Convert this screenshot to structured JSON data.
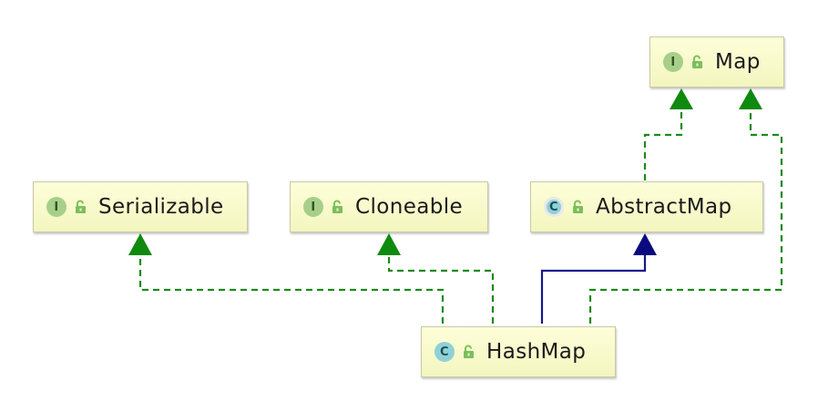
{
  "nodes": {
    "map": {
      "label": "Map",
      "kind": "interface",
      "kind_letter": "I"
    },
    "serializable": {
      "label": "Serializable",
      "kind": "interface",
      "kind_letter": "I"
    },
    "cloneable": {
      "label": "Cloneable",
      "kind": "interface",
      "kind_letter": "I"
    },
    "abstract_map": {
      "label": "AbstractMap",
      "kind": "abstract class",
      "kind_letter": "C"
    },
    "hash_map": {
      "label": "HashMap",
      "kind": "class",
      "kind_letter": "C"
    }
  },
  "edges": [
    {
      "from": "HashMap",
      "to": "Serializable",
      "relation": "implements"
    },
    {
      "from": "HashMap",
      "to": "Cloneable",
      "relation": "implements"
    },
    {
      "from": "HashMap",
      "to": "AbstractMap",
      "relation": "extends"
    },
    {
      "from": "HashMap",
      "to": "Map",
      "relation": "implements"
    },
    {
      "from": "AbstractMap",
      "to": "Map",
      "relation": "implements"
    }
  ],
  "colors": {
    "implements_line": "#1c8a1c",
    "extends_line": "#16168a",
    "interface_badge": "#a7cf8a",
    "class_badge": "#8fd1d7",
    "node_fill": "#f3f6bf"
  },
  "icons": {
    "kind_badge": "circle-badge-icon",
    "visibility": "unlocked-padlock-icon"
  }
}
